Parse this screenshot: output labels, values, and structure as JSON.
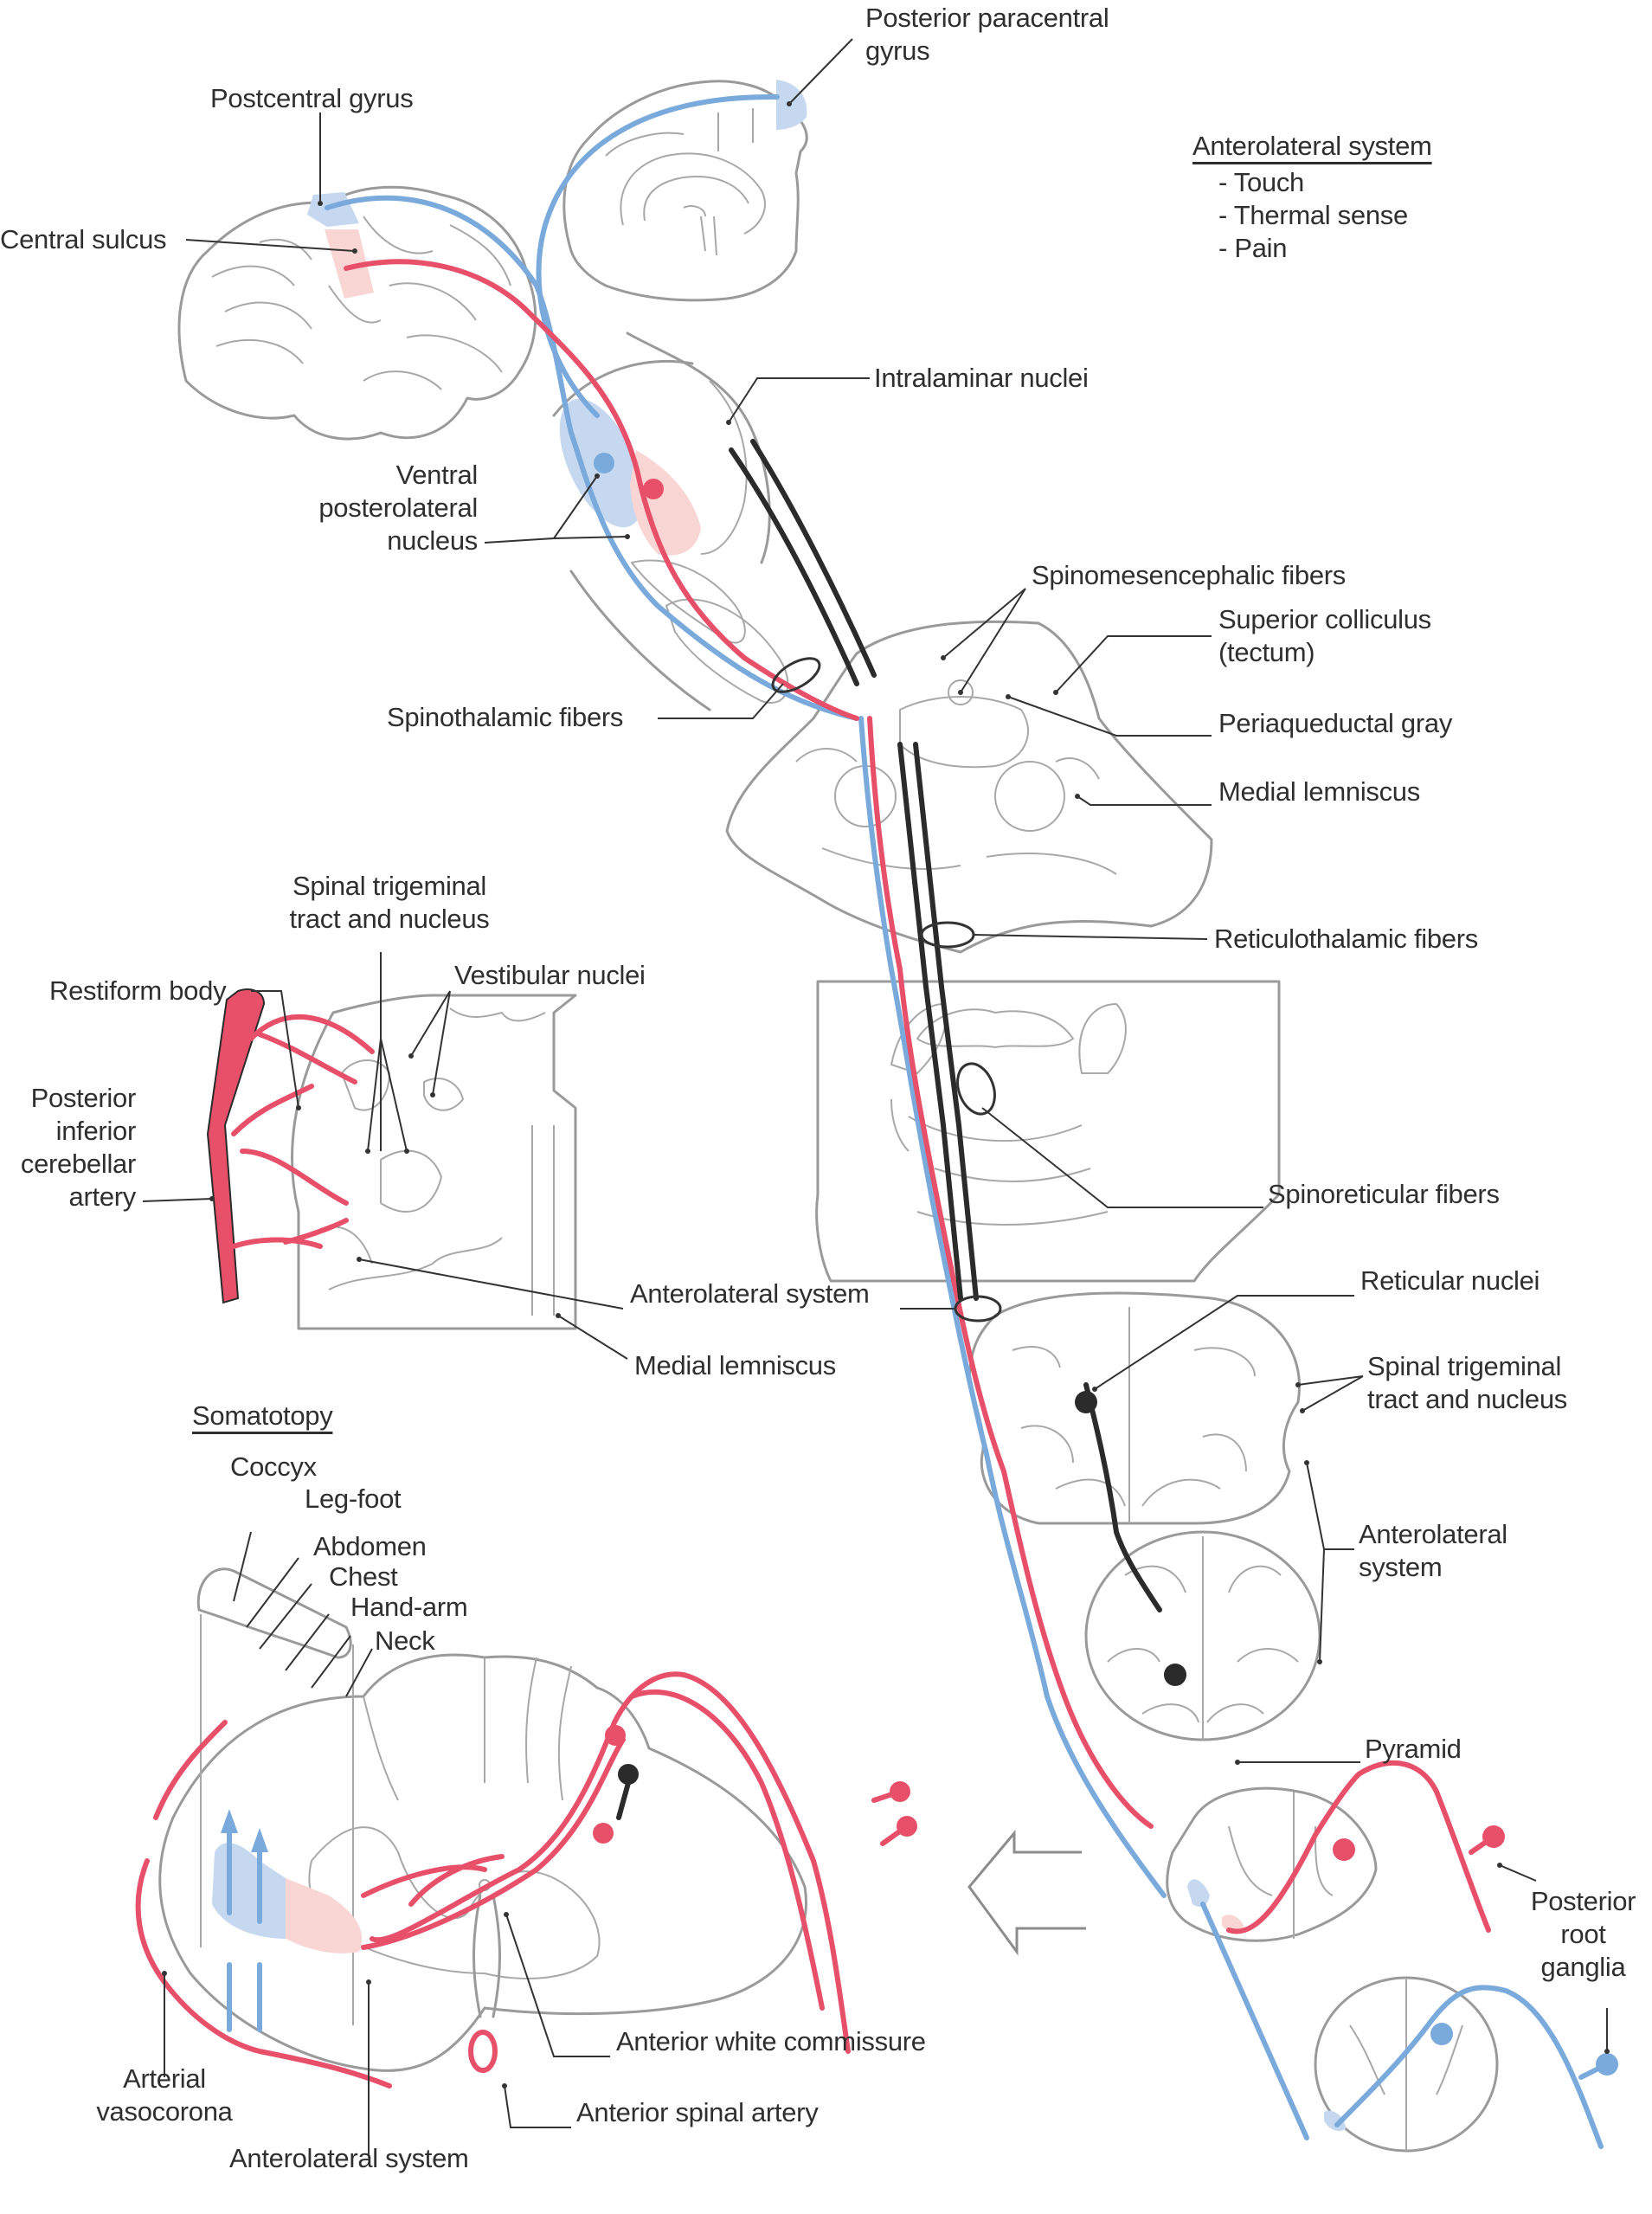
{
  "figure": {
    "title": "Anterolateral system pathway",
    "colors": {
      "touch_pathway": "#7aaadc",
      "touch_region": "#c5d8ef",
      "pain_thermal_pathway": "#e8506a",
      "pain_thermal_region": "#f9d6d3",
      "reticular_pathway": "#2b2b2b",
      "outline": "#9a9a9a"
    }
  },
  "legend": {
    "heading": "Anterolateral system",
    "items": [
      "- Touch",
      "- Thermal sense",
      "- Pain"
    ]
  },
  "labels": {
    "posterior_paracentral_gyrus": [
      "Posterior paracentral",
      "gyrus"
    ],
    "postcentral_gyrus": "Postcentral gyrus",
    "central_sulcus": "Central sulcus",
    "intralaminar_nuclei": "Intralaminar nuclei",
    "ventral_posterolateral_nucleus": [
      "Ventral",
      "posterolateral",
      "nucleus"
    ],
    "spinomesencephalic_fibers": "Spinomesencephalic fibers",
    "superior_colliculus": [
      "Superior colliculus",
      "(tectum)"
    ],
    "spinothalamic_fibers": "Spinothalamic fibers",
    "periaqueductal_gray": "Periaqueductal gray",
    "medial_lemniscus_midbrain": "Medial lemniscus",
    "spinal_trigeminal_left": [
      "Spinal trigeminal",
      "tract and nucleus"
    ],
    "reticulothalamic_fibers": "Reticulothalamic fibers",
    "restiform_body": "Restiform body",
    "vestibular_nuclei": "Vestibular nuclei",
    "pica": [
      "Posterior",
      "inferior",
      "cerebellar",
      "artery"
    ],
    "spinoreticular_fibers": "Spinoreticular fibers",
    "anterolateral_system_medulla": "Anterolateral system",
    "reticular_nuclei": "Reticular nuclei",
    "spinal_trigeminal_right": [
      "Spinal trigeminal",
      "tract and nucleus"
    ],
    "medial_lemniscus_medulla": "Medial lemniscus",
    "anterolateral_system_right": [
      "Anterolateral",
      "system"
    ],
    "pyramid": "Pyramid",
    "posterior_root_ganglia": [
      "Posterior",
      "root",
      "ganglia"
    ],
    "anterior_white_commissure": "Anterior white commissure",
    "arterial_vasocorona": [
      "Arterial",
      "vasocorona"
    ],
    "anterior_spinal_artery": "Anterior spinal artery",
    "anterolateral_system_cord": "Anterolateral system"
  },
  "somatotopy": {
    "heading": "Somatotopy",
    "regions": [
      "Coccyx",
      "Leg-foot",
      "Abdomen",
      "Chest",
      "Hand-arm",
      "Neck"
    ]
  }
}
